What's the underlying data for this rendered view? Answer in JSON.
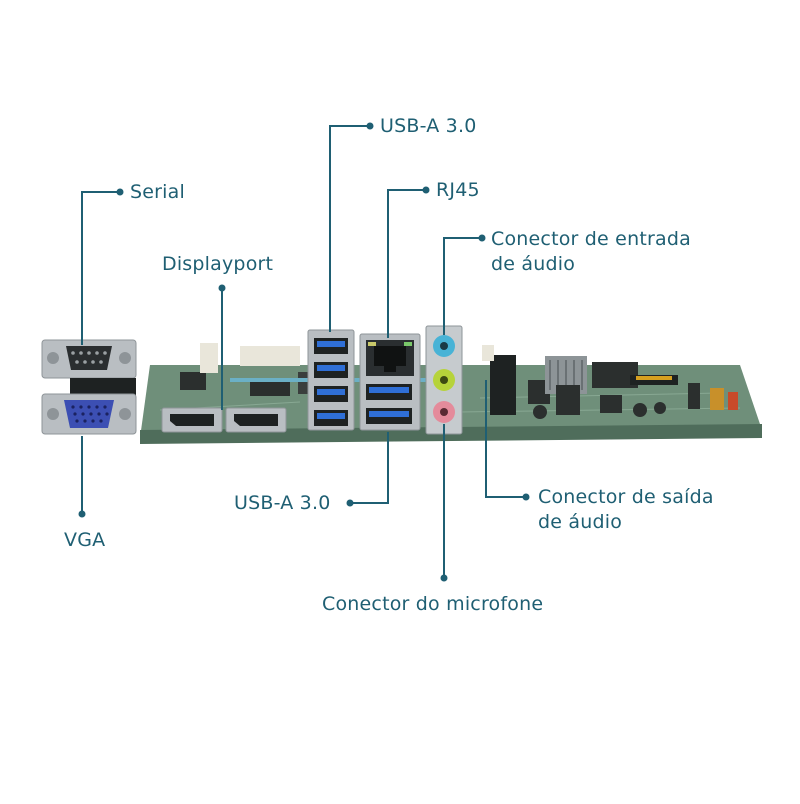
{
  "colors": {
    "callout": "#1f5f73",
    "pcb": "#6f8f7a",
    "pcb_dark": "#4f6d5b",
    "metal": "#b9bec2",
    "usb_blue": "#2f6fd6",
    "vga_blue": "#3c4fb3",
    "audio_blue": "#48b3d6",
    "audio_lime": "#b6d33a",
    "audio_pink": "#e48b9b"
  },
  "labels": {
    "usb_top": "USB-A 3.0",
    "rj45": "RJ45",
    "serial": "Serial",
    "displayport": "Displayport",
    "audio_in_line1": "Conector de entrada",
    "audio_in_line2": "de áudio",
    "usb_bottom": "USB-A 3.0",
    "vga": "VGA",
    "audio_out_line1": "Conector de saída",
    "audio_out_line2": "de áudio",
    "microphone": "Conector do microfone"
  },
  "icons": {
    "serial": "db9-serial-port-icon",
    "vga": "vga-port-icon",
    "displayport": "displayport-port-icon",
    "usb": "usb-port-icon",
    "rj45": "rj45-port-icon",
    "audio": "audio-jack-icon"
  }
}
